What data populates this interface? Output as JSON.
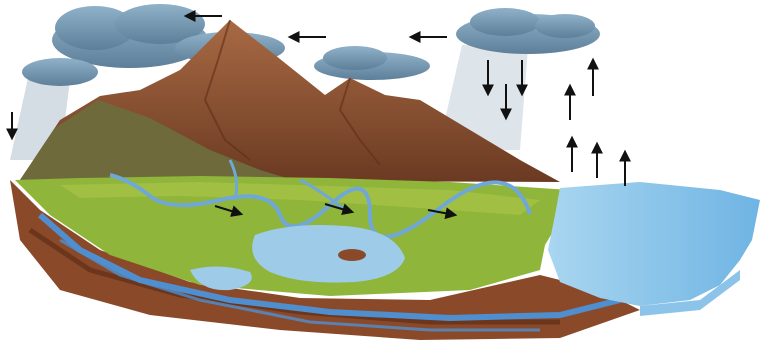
{
  "diagram": {
    "subject": "water-cycle-illustration",
    "colors": {
      "background": "#ffffff",
      "cloud": "#8fb1c9",
      "cloud_shadow": "#5d7f99",
      "rain": "#9fb3c2",
      "mountain_dark": "#6b3a22",
      "mountain_mid": "#8a4d2c",
      "mountain_light": "#a86a44",
      "foothill": "#6f6a3b",
      "grass": "#8fb53a",
      "grass_light": "#b3c94a",
      "lake": "#9ecbe8",
      "river": "#6fa8d8",
      "ocean": "#a9d6f0",
      "ocean_deep": "#6fb4e3",
      "soil": "#8a4a2a",
      "soil_dark": "#5e2e17",
      "groundwater": "#4f8fd0",
      "arrow": "#111111"
    },
    "arrow_groups": [
      {
        "meaning": "wind-moving-clouds",
        "direction": "left",
        "count": 3
      },
      {
        "meaning": "precipitation",
        "direction": "down",
        "count": 4
      },
      {
        "meaning": "evaporation",
        "direction": "up",
        "count": 5
      },
      {
        "meaning": "surface-runoff",
        "direction": "right",
        "count": 3
      }
    ]
  }
}
